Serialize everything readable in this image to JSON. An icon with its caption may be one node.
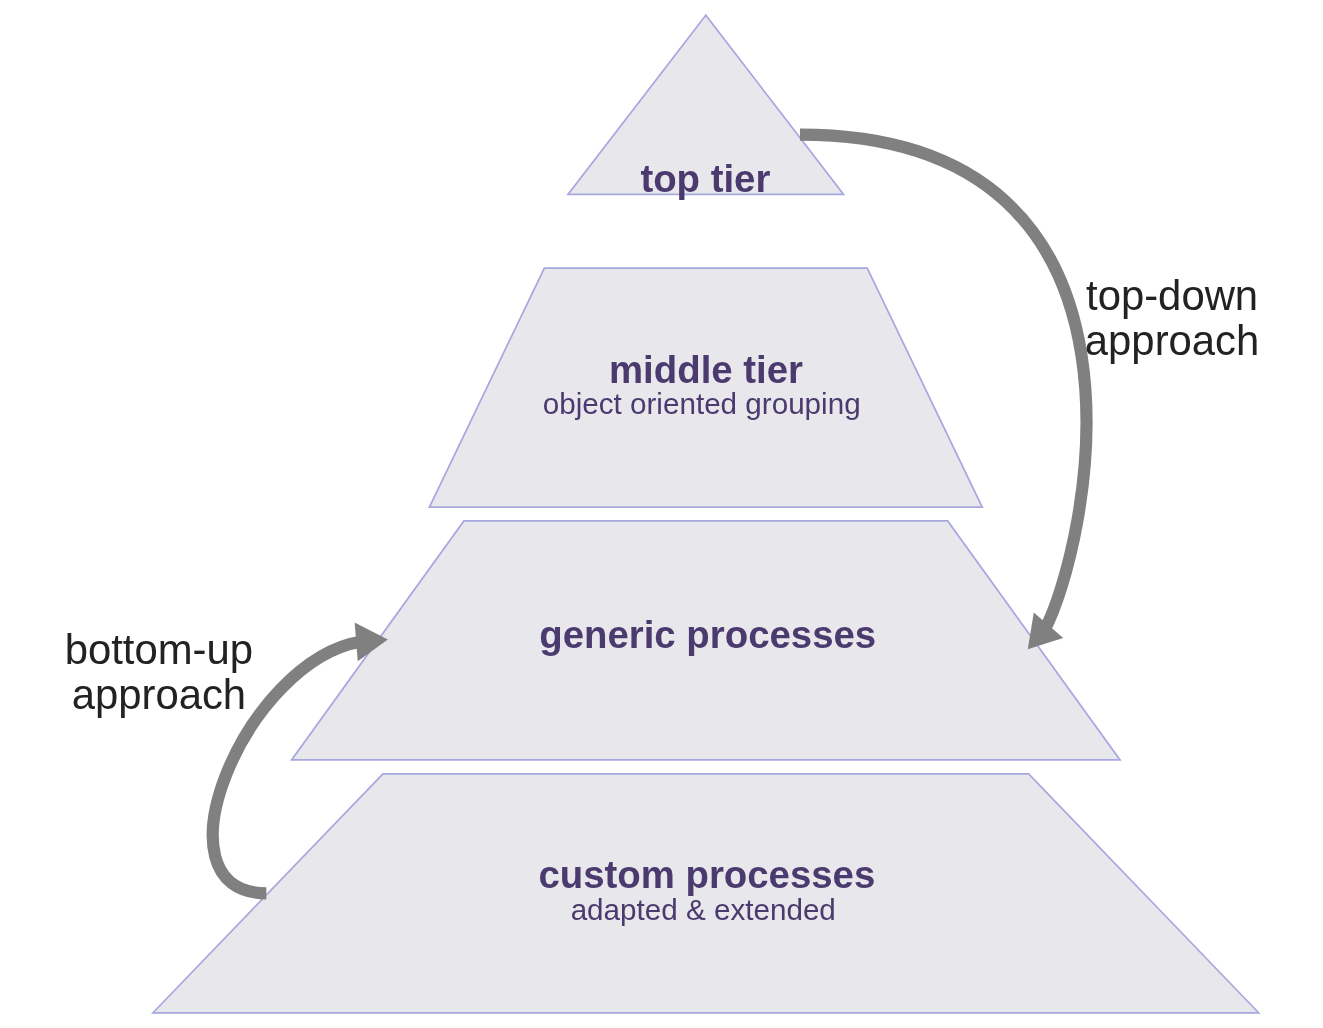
{
  "diagram": {
    "nodes": [
      {
        "text": [
          "top tier"
        ]
      },
      {
        "text": [
          "middle tier",
          "object oriented grouping"
        ]
      },
      {
        "text": [
          "generic processes"
        ]
      },
      {
        "text": [
          "custom processes",
          "adapted & extended"
        ]
      }
    ],
    "edges": [
      {
        "from": 0,
        "to": 2,
        "arrow": "to",
        "label": "top-down approach"
      },
      {
        "from": 3,
        "to": 2,
        "arrow": "to",
        "label": "bottom-up approach"
      }
    ]
  }
}
